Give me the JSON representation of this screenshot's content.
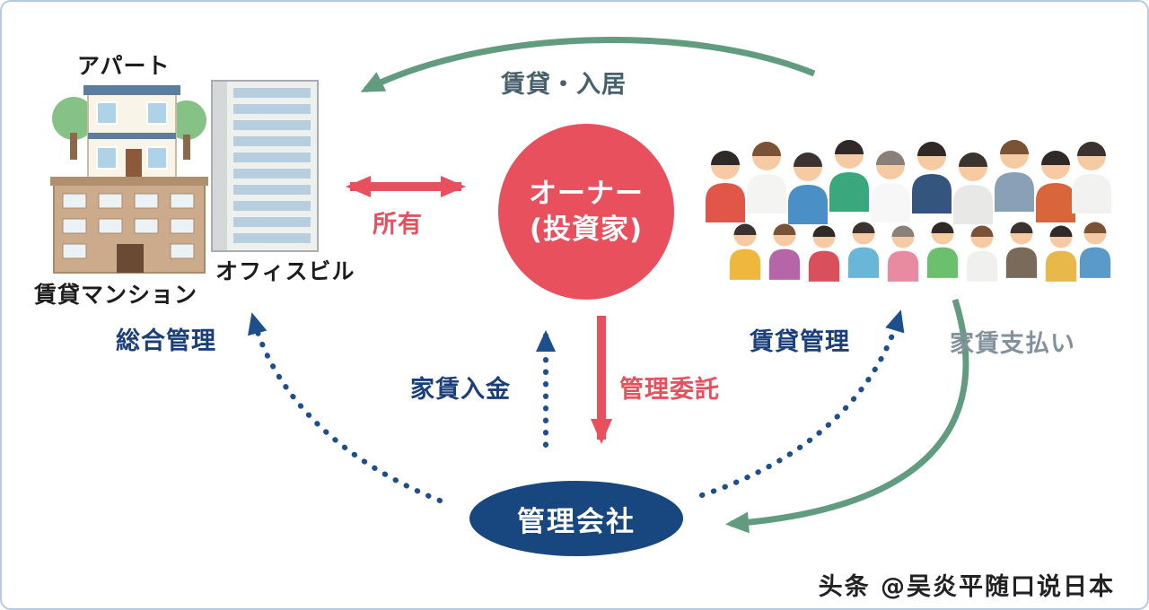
{
  "diagram": {
    "labels": {
      "apartment": "アパート",
      "office_building": "オフィスビル",
      "rental_mansion": "賃貸マンション",
      "owner_line1": "オーナー",
      "owner_line2": "(投資家)",
      "management_company": "管理会社",
      "lease_move_in": "賃貸・入居",
      "ownership": "所有",
      "rent_deposit": "家賃入金",
      "management_consignment": "管理委託",
      "comprehensive_management": "総合管理",
      "rental_management": "賃貸管理",
      "rent_payment": "家賃支払い"
    },
    "colors": {
      "owner_circle": "#e8505e",
      "management_ellipse": "#17477e",
      "dotted_arrow_navy": "#1c4f8c",
      "green_arrow": "#619b80",
      "red_arrow": "#e8505e",
      "label_navy": "#1b3f7a"
    },
    "watermark": "头条 @吴炎平随口说日本"
  }
}
